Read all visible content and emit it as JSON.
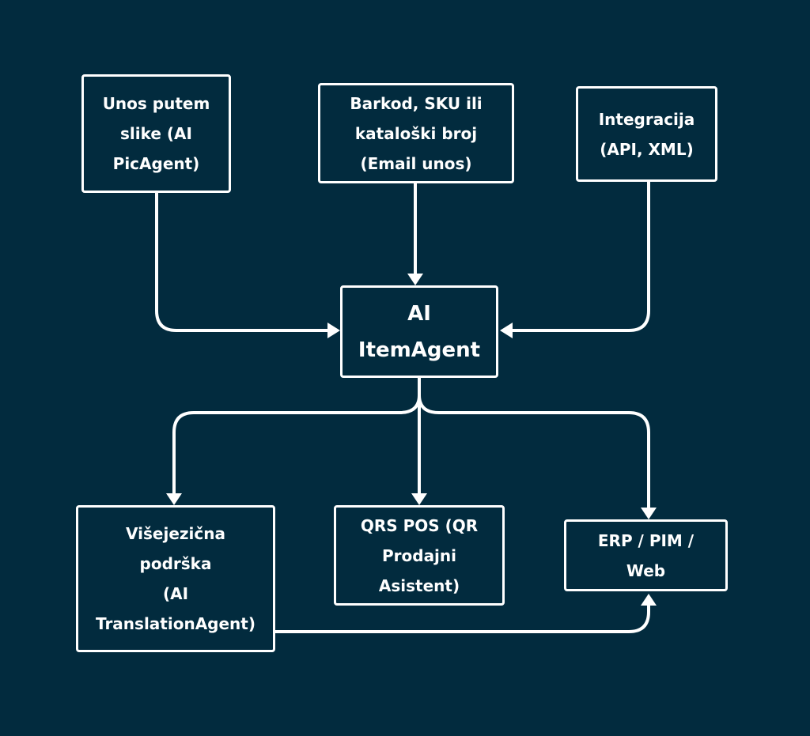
{
  "colors": {
    "background": "#022B3E",
    "stroke": "#FFFFFF",
    "text": "#FFFFFF"
  },
  "nodes": {
    "pic_agent": {
      "label": "Unos putem\nslike (AI\nPicAgent)"
    },
    "barcode": {
      "label": "Barkod, SKU ili\nkataloški broj\n(Email unos)"
    },
    "integration": {
      "label": "Integracija\n(API, XML)"
    },
    "item_agent": {
      "label": "AI\nItemAgent"
    },
    "translation": {
      "label": "Višejezična\npodrška\n(AI\nTranslationAgent)"
    },
    "qrs_pos": {
      "label": "QRS POS (QR\nProdajni\nAsistent)"
    },
    "erp": {
      "label": "ERP / PIM /\nWeb"
    }
  },
  "edges": [
    {
      "from": "pic_agent",
      "to": "item_agent"
    },
    {
      "from": "barcode",
      "to": "item_agent"
    },
    {
      "from": "integration",
      "to": "item_agent"
    },
    {
      "from": "item_agent",
      "to": "translation"
    },
    {
      "from": "item_agent",
      "to": "qrs_pos"
    },
    {
      "from": "item_agent",
      "to": "erp"
    },
    {
      "from": "translation",
      "to": "erp"
    }
  ]
}
